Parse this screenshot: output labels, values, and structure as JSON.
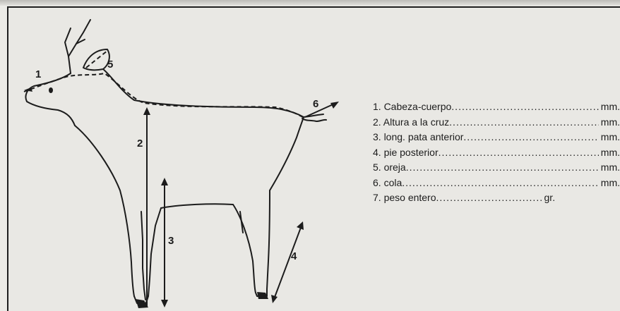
{
  "figure": {
    "markers": {
      "m1": "1",
      "m2": "2",
      "m3": "3",
      "m4": "4",
      "m5": "5",
      "m6": "6"
    }
  },
  "legend": {
    "items": [
      {
        "label": "1. Cabeza-cuerpo",
        "unit": "mm."
      },
      {
        "label": "2. Altura a la cruz",
        "unit": "mm."
      },
      {
        "label": "3. long. pata anterior",
        "unit": "mm."
      },
      {
        "label": "4. pie posterior",
        "unit": "mm."
      },
      {
        "label": "5. oreja",
        "unit": "mm."
      },
      {
        "label": "6. cola",
        "unit": "mm."
      },
      {
        "label": "7. peso entero",
        "unit": "gr."
      }
    ]
  }
}
